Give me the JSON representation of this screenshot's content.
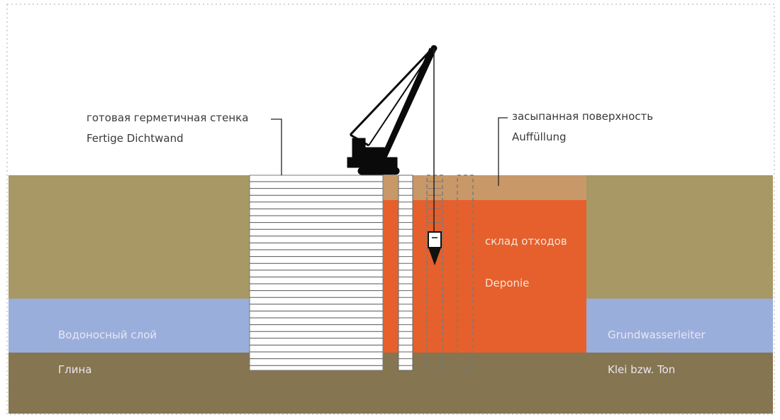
{
  "labels": {
    "wall_ru": "готовая герметичная стенка",
    "wall_de": "Fertige Dichtwand",
    "fill_ru": "засыпанная поверхность",
    "fill_de": "Auffüllung",
    "landfill_ru": "склад отходов",
    "landfill_de": "Deponie",
    "aquifer_ru": "Водоносный слой",
    "aquifer_de": "Grundwasserleiter",
    "clay_ru": "Глина",
    "clay_de": "Klei bzw. Ton"
  },
  "colors": {
    "soil": "#a89865",
    "aquifer": "#9aaedc",
    "clay": "#857550",
    "landfill": "#e5602c",
    "fill": "#c99868",
    "wall": "#ffffff",
    "machine": "#0a0a0a"
  },
  "icons": {
    "crane": "crawler-crane-icon",
    "grab": "trench-grab-icon"
  }
}
